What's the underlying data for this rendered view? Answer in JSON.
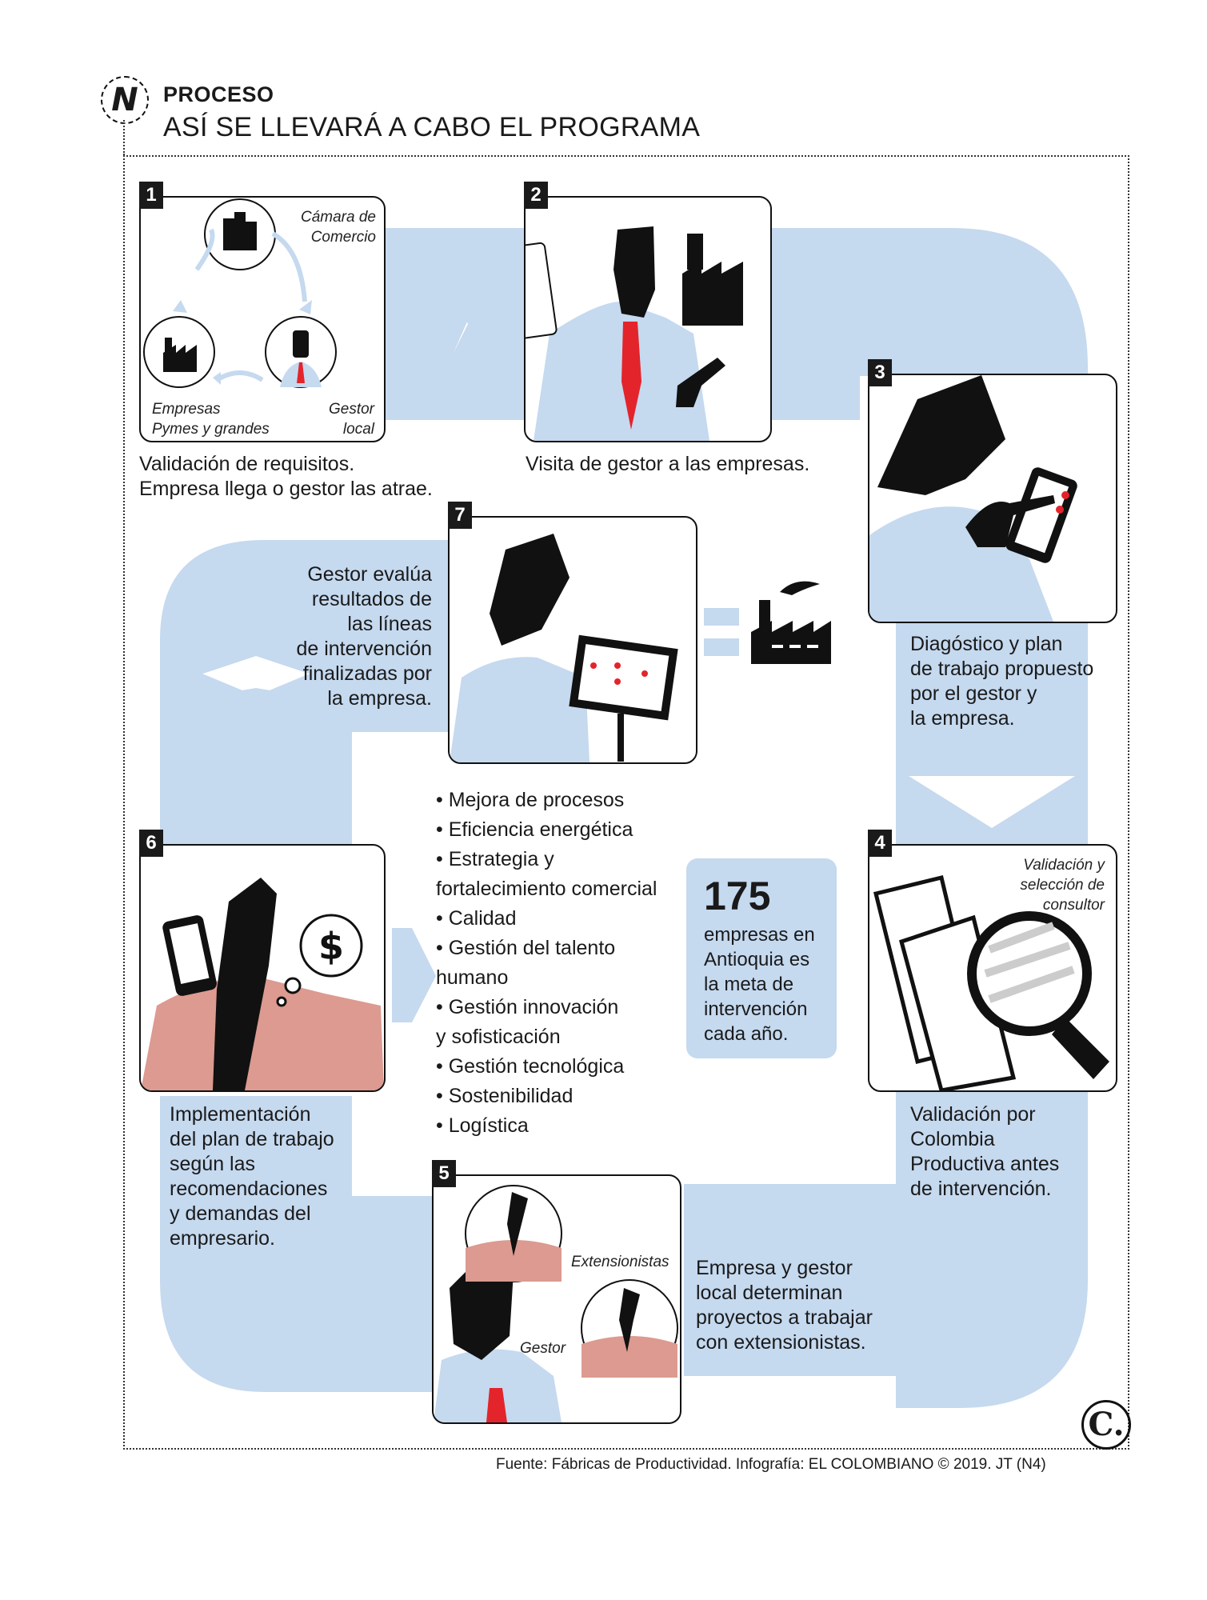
{
  "header": {
    "logo": "N",
    "kicker": "PROCESO",
    "title": "ASÍ SE LLEVARÁ A CABO EL PROGRAMA"
  },
  "colors": {
    "flow_blue": "#c5d9ef",
    "accent_red": "#e3242b",
    "skin_pink": "#dc9a90",
    "ink": "#1a1a1a"
  },
  "steps": [
    {
      "number": "1",
      "labels": {
        "camara": [
          "Cámara de",
          "Comercio"
        ],
        "empresas": [
          "Empresas",
          "Pymes y grandes"
        ],
        "gestor": [
          "Gestor",
          "local"
        ]
      },
      "caption": [
        "Validación de requisitos.",
        "Empresa llega o gestor las atrae."
      ]
    },
    {
      "number": "2",
      "caption": [
        "Visita de gestor a las empresas."
      ]
    },
    {
      "number": "3",
      "caption": [
        "Diagóstico y plan",
        "de trabajo propuesto",
        "por el gestor y",
        "la empresa."
      ]
    },
    {
      "number": "4",
      "labels": {
        "validacion": [
          "Validación y",
          "selección de",
          "consultor"
        ]
      },
      "caption": [
        "Validación por",
        "Colombia",
        "Productiva antes",
        "de intervención."
      ]
    },
    {
      "number": "5",
      "labels": {
        "extensionistas": "Extensionistas",
        "gestor": "Gestor"
      },
      "caption": [
        "Empresa y gestor",
        "local determinan",
        "proyectos a trabajar",
        "con extensionistas."
      ]
    },
    {
      "number": "6",
      "caption": [
        "Implementación",
        "del plan de trabajo",
        "según las",
        "recomendaciones",
        "y demandas del",
        "empresario."
      ]
    },
    {
      "number": "7",
      "caption": [
        "Gestor evalúa",
        "resultados de",
        "las líneas",
        "de intervención",
        "finalizadas por",
        "la empresa."
      ]
    }
  ],
  "intervention_lines": [
    "• Mejora de procesos",
    "• Eficiencia energética",
    "• Estrategia y",
    "fortalecimiento comercial",
    "• Calidad",
    "• Gestión del talento",
    "humano",
    "• Gestión innovación",
    "y sofisticación",
    "• Gestión tecnológica",
    "• Sostenibilidad",
    "• Logística"
  ],
  "stat": {
    "value": "175",
    "text": [
      "empresas en",
      "Antioquia es",
      "la meta de",
      "intervención",
      "cada año."
    ]
  },
  "footer": {
    "source": "Fuente: Fábricas de Productividad. Infografía: EL COLOMBIANO © 2019. JT (N4)",
    "brand": "C."
  }
}
